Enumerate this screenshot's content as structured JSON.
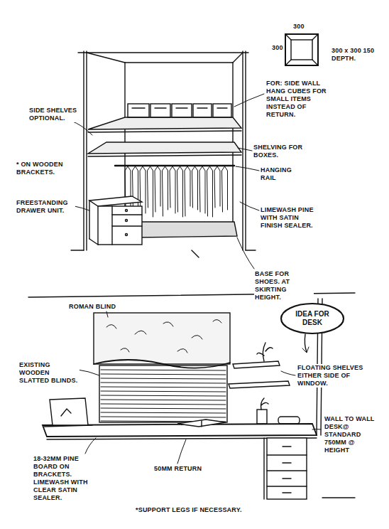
{
  "diagram": {
    "nodes": [
      {
        "text": [
          "IDEA FOR DESK"
        ]
      }
    ],
    "labels": [
      "300",
      "300",
      "300 x 300 150 DEPTH.",
      "FOR: SIDE WALL HANG CUBES FOR SMALL ITEMS INSTEAD OF RETURN.",
      "SIDE SHELVES OPTIONAL.",
      "* ON WOODEN BRACKETS.",
      "SHELVING FOR BOXES.",
      "HANGING RAIL",
      "FREESTANDING DRAWER UNIT.",
      "LIMEWASH PINE WITH SATIN FINISH SEALER.",
      "BASE FOR SHOES. AT SKIRTING HEIGHT.",
      "ROMAN BLIND",
      "EXISTING WOODEN SLATTED BLINDS.",
      "FLOATING SHELVES EITHER SIDE OF WINDOW.",
      "WALL TO WALL DESK@ STANDARD 750MM @ HEIGHT",
      "18-32MM PINE BOARD ON BRACKETS. LIMEWASH WITH CLEAR SATIN SEALER.",
      "50MM RETURN",
      "*SUPPORT LEGS IF NECESSARY."
    ]
  }
}
